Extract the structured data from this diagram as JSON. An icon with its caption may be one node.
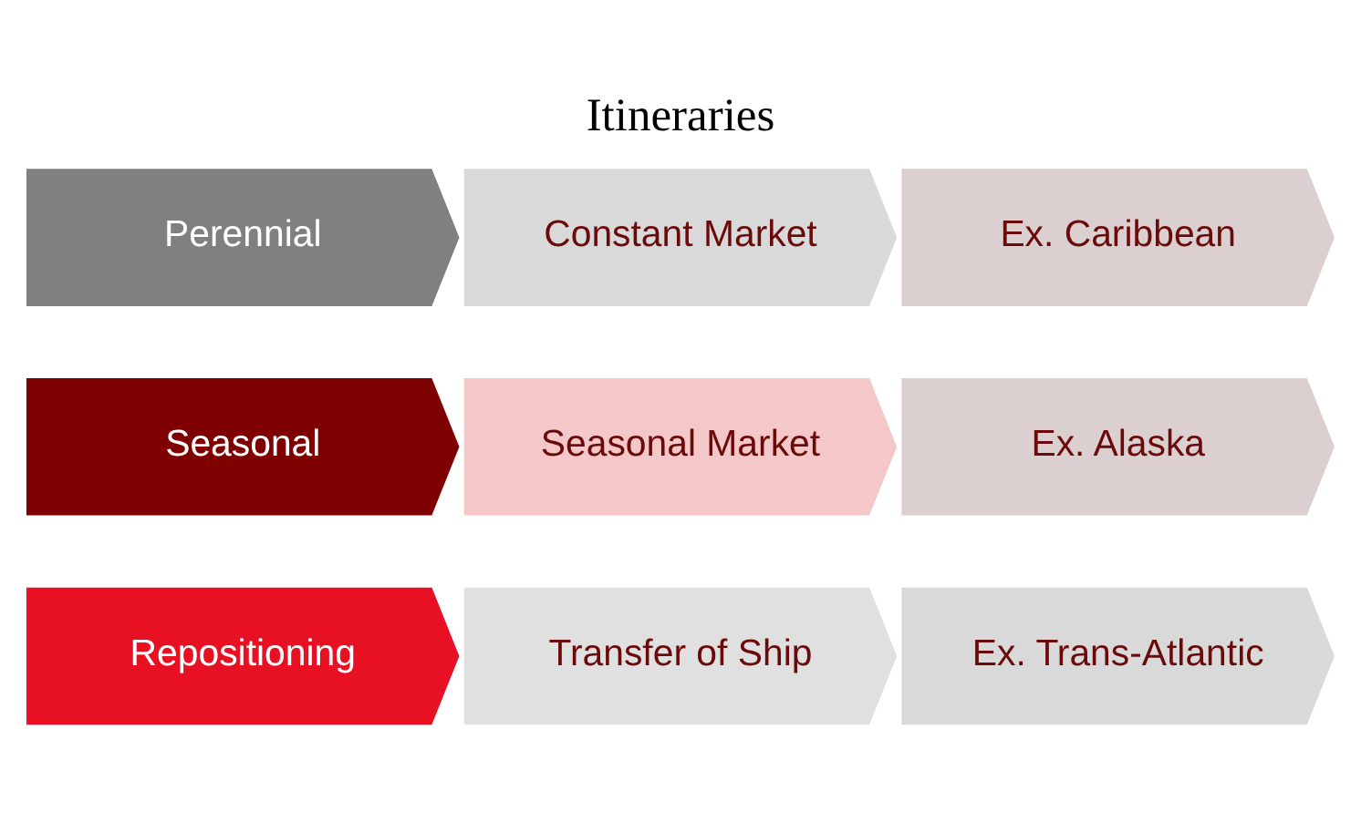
{
  "diagram": {
    "title": "Itineraries",
    "nodes": [
      {
        "text": [
          "Perennial"
        ]
      },
      {
        "text": [
          "Constant Market"
        ]
      },
      {
        "text": [
          "Ex. Caribbean"
        ]
      },
      {
        "text": [
          "Seasonal"
        ]
      },
      {
        "text": [
          "Seasonal Market"
        ]
      },
      {
        "text": [
          "Ex. Alaska"
        ]
      },
      {
        "text": [
          "Repositioning"
        ]
      },
      {
        "text": [
          "Transfer of Ship"
        ]
      },
      {
        "text": [
          "Ex. Trans-Atlantic"
        ]
      }
    ],
    "edges": []
  }
}
